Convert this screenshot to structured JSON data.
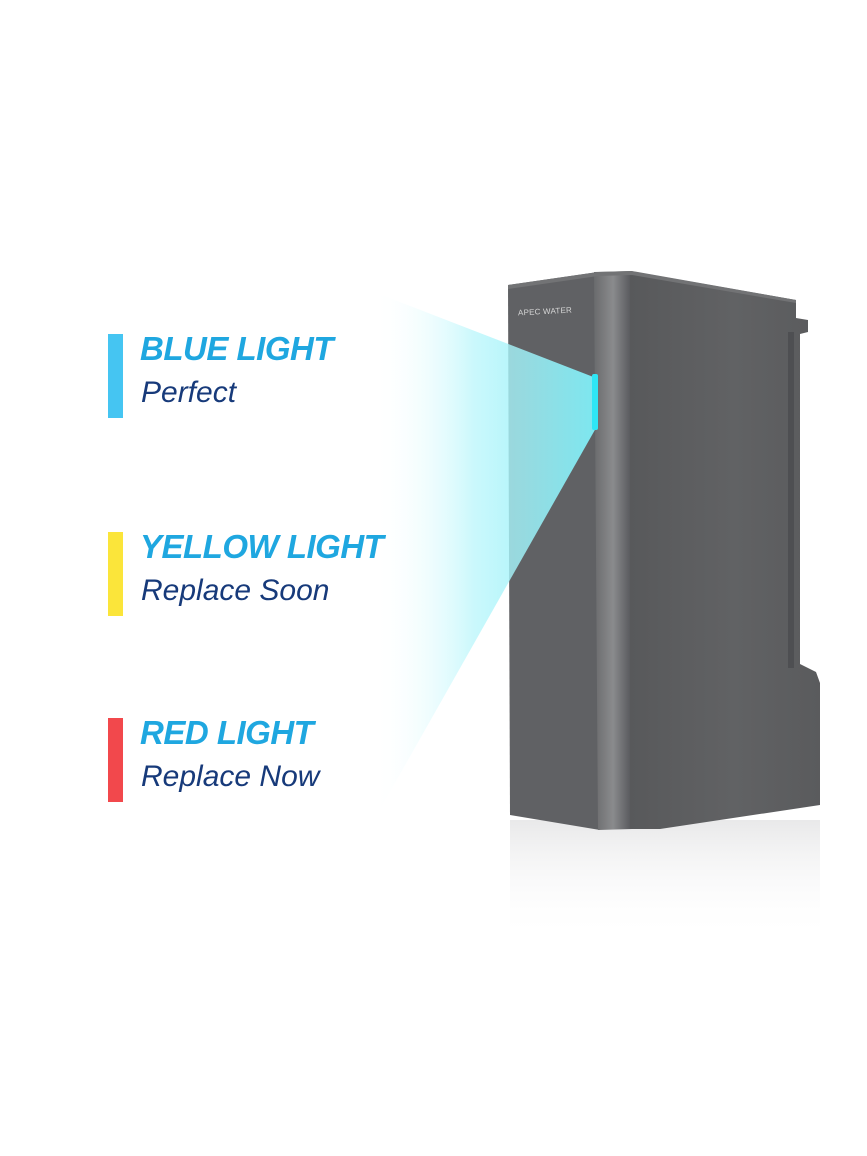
{
  "brand": {
    "label": "APEC WATER"
  },
  "legend": [
    {
      "id": "blue",
      "title": "BLUE LIGHT",
      "subtitle": "Perfect",
      "color": "#45c5f2",
      "title_color": "#1fa7e0"
    },
    {
      "id": "yellow",
      "title": "YELLOW LIGHT",
      "subtitle": "Replace Soon",
      "color": "#fbe53a",
      "title_color": "#1fa7e0"
    },
    {
      "id": "red",
      "title": "RED LIGHT",
      "subtitle": "Replace Now",
      "color": "#f2484c",
      "title_color": "#1fa7e0"
    }
  ],
  "colors": {
    "subtitle": "#173a7a",
    "device_body": "#5d5e60",
    "indicator": "#2fe6f5",
    "beam": "#baf7fb"
  }
}
